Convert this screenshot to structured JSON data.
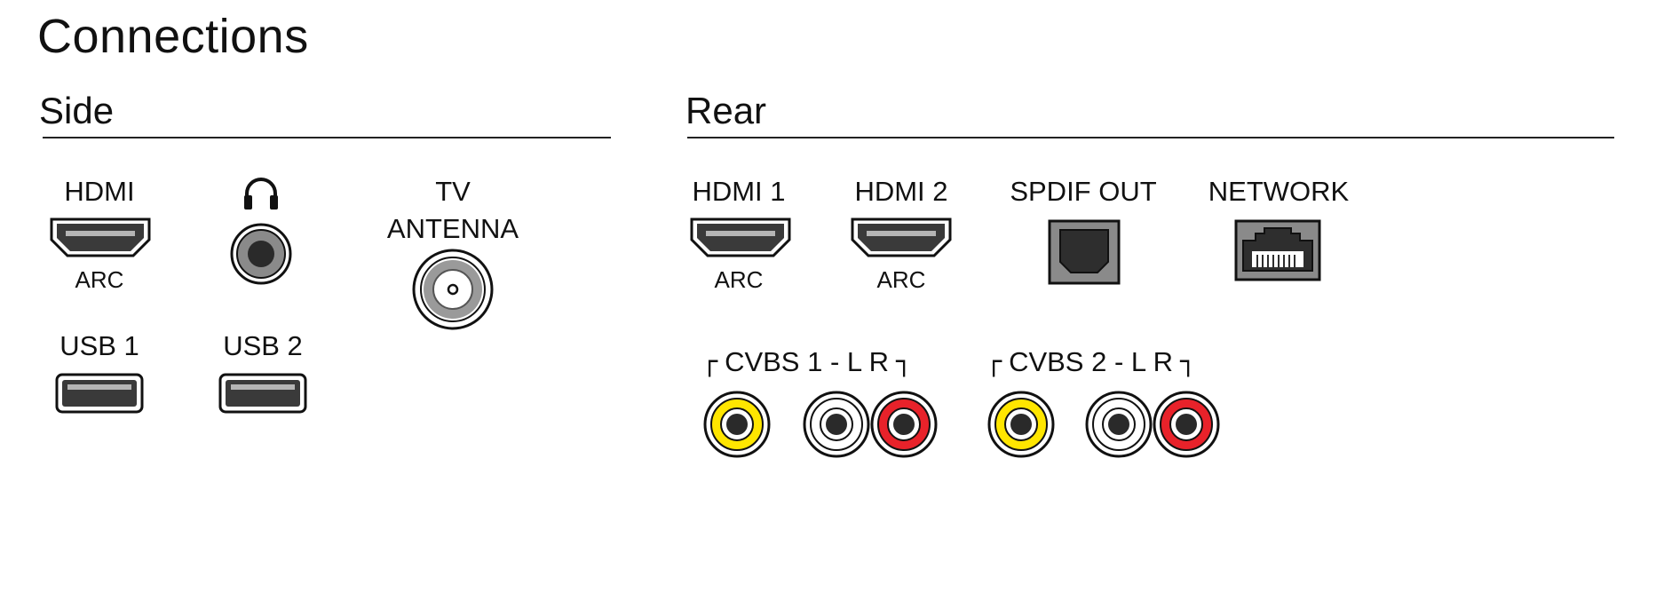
{
  "page_title": "Connections",
  "side": {
    "title": "Side",
    "hdmi": {
      "label": "HDMI",
      "sub": "ARC"
    },
    "headphone": {
      "icon": "headphones-icon"
    },
    "antenna": {
      "line1": "TV",
      "line2": "ANTENNA"
    },
    "usb1": {
      "label": "USB 1"
    },
    "usb2": {
      "label": "USB 2"
    }
  },
  "rear": {
    "title": "Rear",
    "hdmi1": {
      "label": "HDMI 1",
      "sub": "ARC"
    },
    "hdmi2": {
      "label": "HDMI 2",
      "sub": "ARC"
    },
    "spdif": {
      "label": "SPDIF OUT"
    },
    "network": {
      "label": "NETWORK"
    },
    "cvbs1": {
      "label": "CVBS 1 - L R"
    },
    "cvbs2": {
      "label": "CVBS 2 - L R"
    }
  },
  "colors": {
    "video_yellow": "#ffe600",
    "audio_red": "#e8222a",
    "audio_white": "#ffffff",
    "port_gray": "#8a8a8a"
  }
}
